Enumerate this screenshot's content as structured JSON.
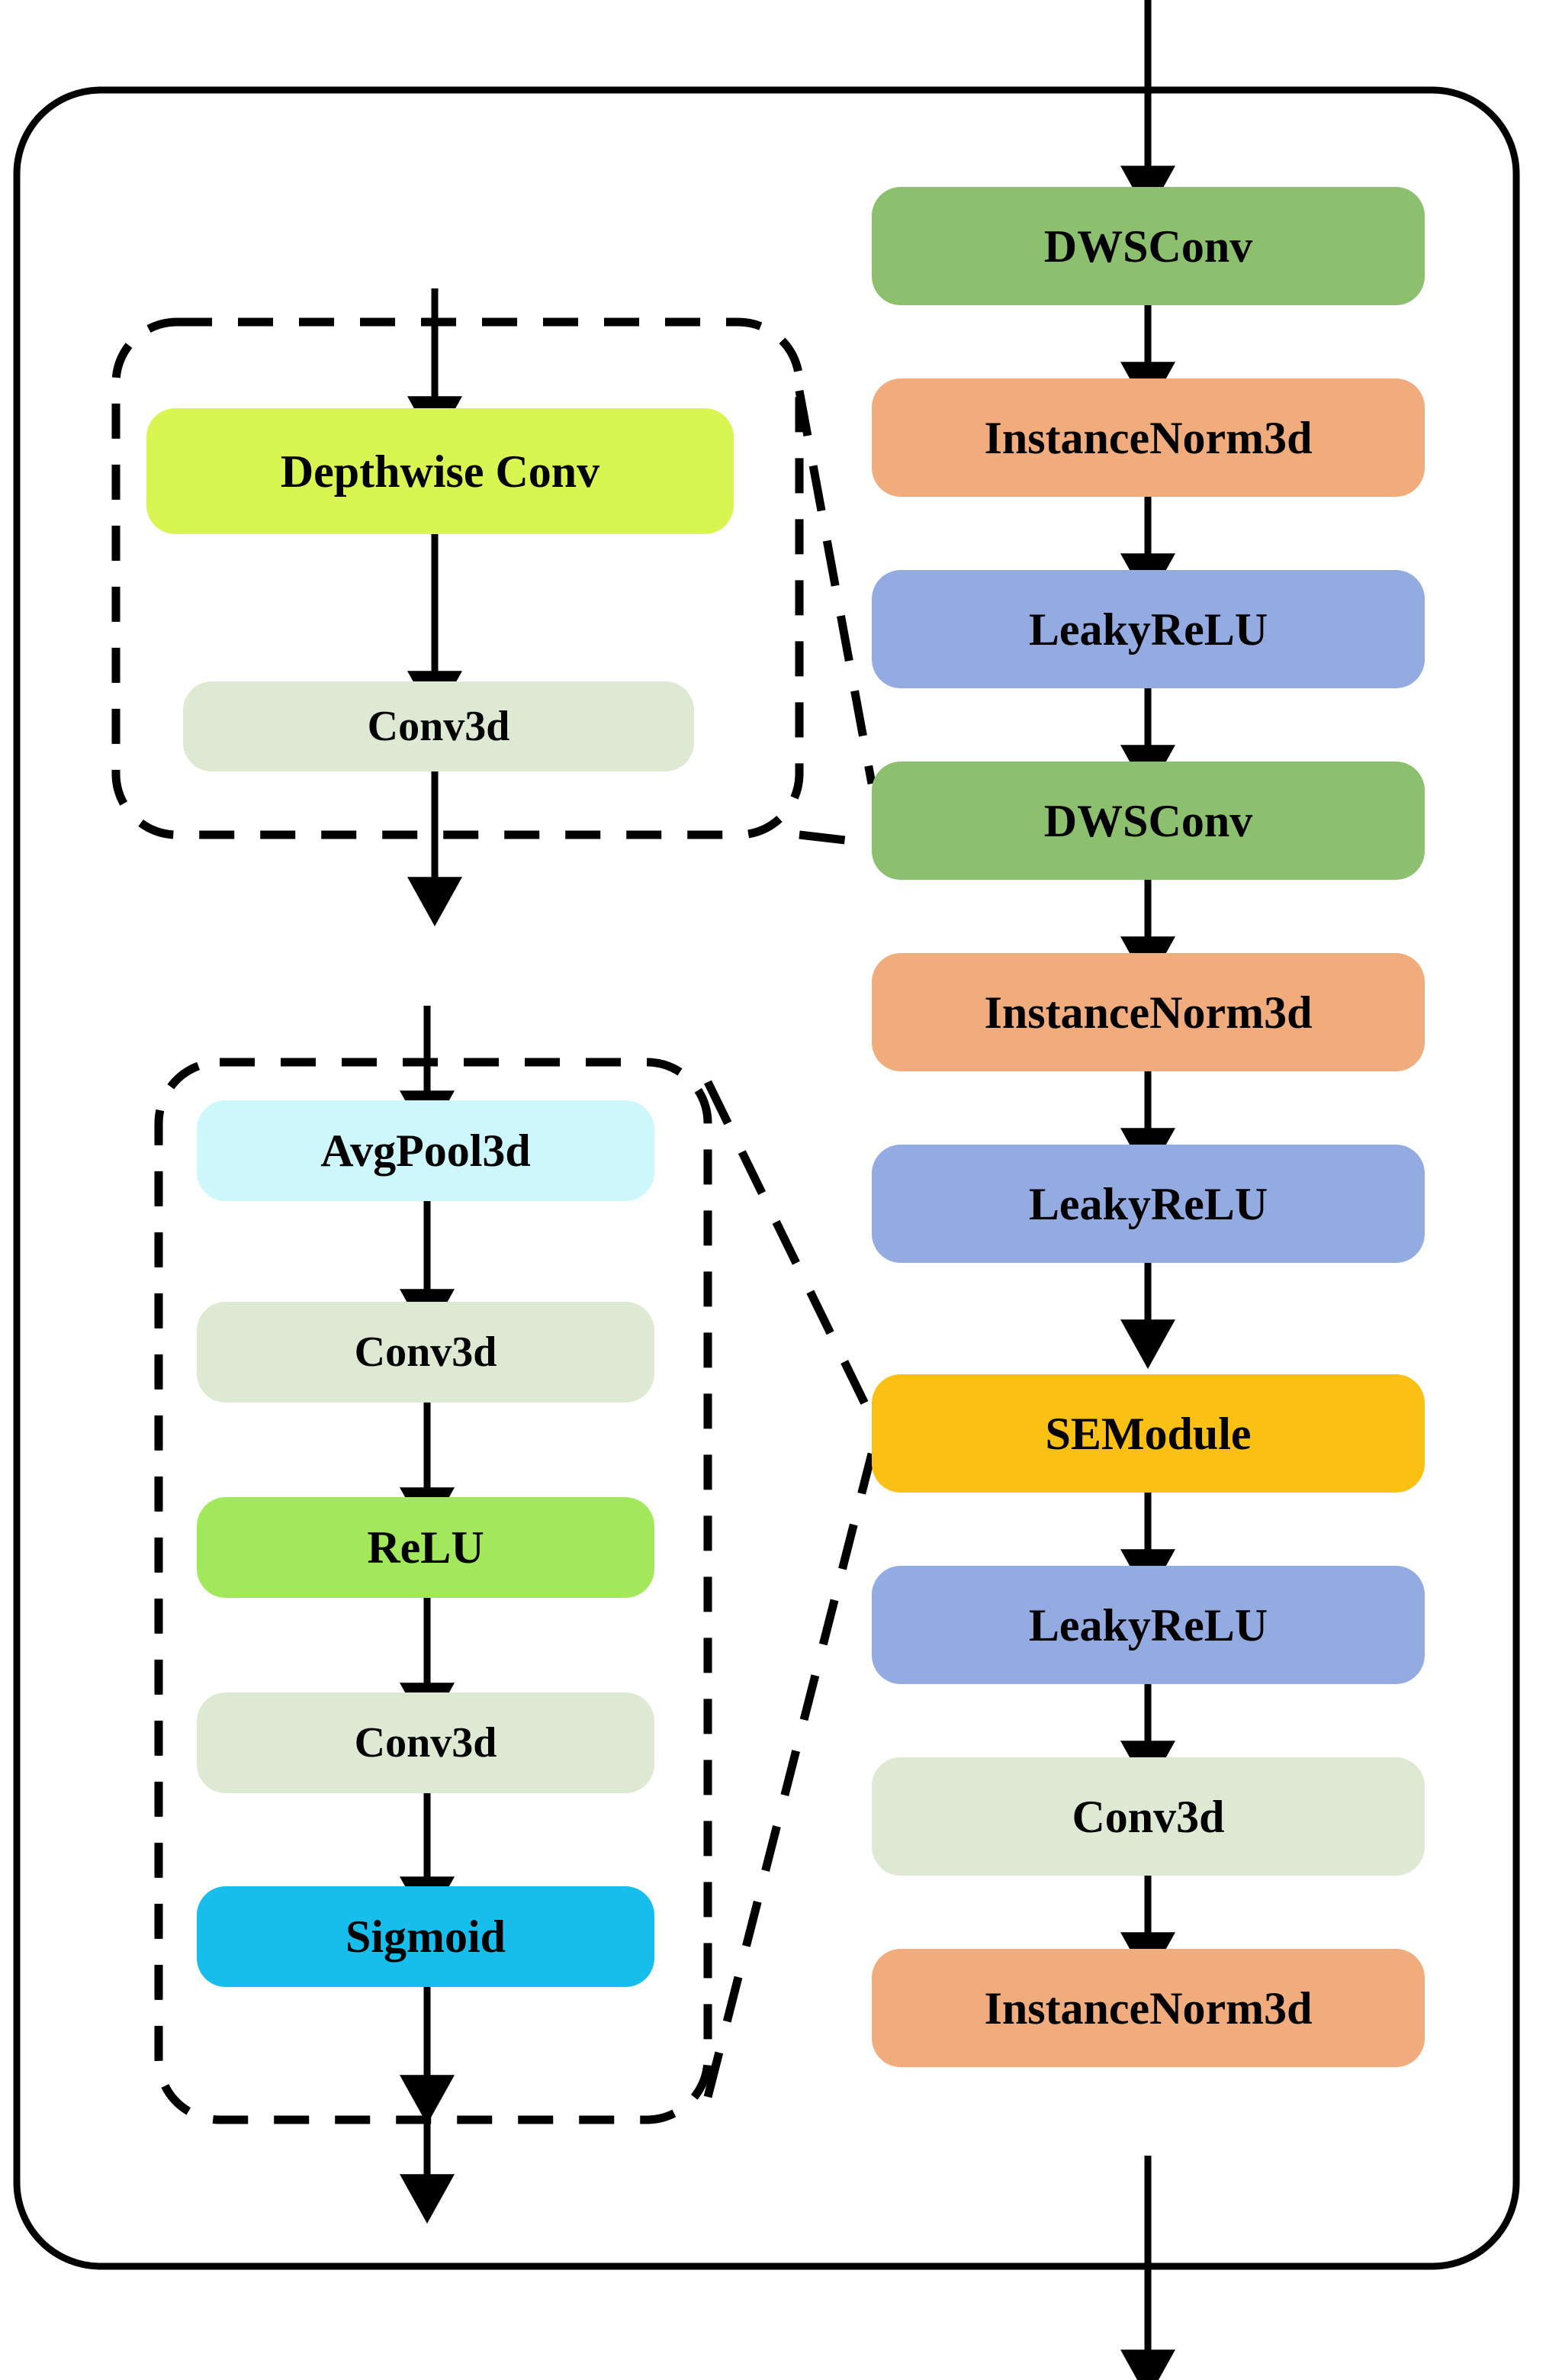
{
  "diagram": {
    "title": "DWSConv-SEModule residual block",
    "outer_block": {
      "name": "residual-block-container",
      "style": "solid-rounded"
    },
    "colors": {
      "green": "#8CBF6E",
      "orange": "#F0AC7C",
      "blue": "#93ABE0",
      "amber": "#FAC013",
      "pale_green": "#DDE9D2",
      "yellow_green": "#D9F551",
      "bright_green": "#A3E85C",
      "light_cyan": "#CDF7FA",
      "cyan": "#17BDEB",
      "line": "#000000"
    },
    "main_column": {
      "name": "main-pipeline",
      "nodes": [
        {
          "label": "DWSConv",
          "color": "#8CBF6E",
          "text_size": "big"
        },
        {
          "label": "InstanceNorm3d",
          "color": "#F0AC7C",
          "text_size": "big"
        },
        {
          "label": "LeakyReLU",
          "color": "#93ABE0",
          "text_size": "big"
        },
        {
          "label": "DWSConv",
          "color": "#8CBF6E",
          "text_size": "big"
        },
        {
          "label": "InstanceNorm3d",
          "color": "#F0AC7C",
          "text_size": "big"
        },
        {
          "label": "LeakyReLU",
          "color": "#93ABE0",
          "text_size": "big"
        },
        {
          "label": "SEModule",
          "color": "#FAC013",
          "text_size": "big"
        },
        {
          "label": "LeakyReLU",
          "color": "#93ABE0",
          "text_size": "big"
        },
        {
          "label": "Conv3d",
          "color": "#DDE9D2",
          "text_size": "big"
        },
        {
          "label": "InstanceNorm3d",
          "color": "#F0AC7C",
          "text_size": "big"
        }
      ]
    },
    "dwsconv_detail": {
      "name": "dwsconv-expansion",
      "style": "dashed-rounded",
      "nodes": [
        {
          "label": "Depthwise Conv",
          "color": "#D9F551",
          "text_size": "big"
        },
        {
          "label": "Conv3d",
          "color": "#DDE9D2",
          "text_size": "mid"
        }
      ]
    },
    "semodule_detail": {
      "name": "semodule-expansion",
      "style": "dashed-rounded",
      "nodes": [
        {
          "label": "AvgPool3d",
          "color": "#CDF7FA",
          "text_size": "big"
        },
        {
          "label": "Conv3d",
          "color": "#DDE9D2",
          "text_size": "mid"
        },
        {
          "label": "ReLU",
          "color": "#A3E85C",
          "text_size": "big"
        },
        {
          "label": "Conv3d",
          "color": "#DDE9D2",
          "text_size": "mid"
        },
        {
          "label": "Sigmoid",
          "color": "#17BDEB",
          "text_size": "big"
        }
      ]
    },
    "connectors": {
      "input_arrow": "top-entry-arrow",
      "output_arrow": "bottom-exit-arrow",
      "callout_dwsconv": "dashed-callout-to-dwsconv",
      "callout_semodule": "dashed-callout-to-semodule"
    }
  }
}
